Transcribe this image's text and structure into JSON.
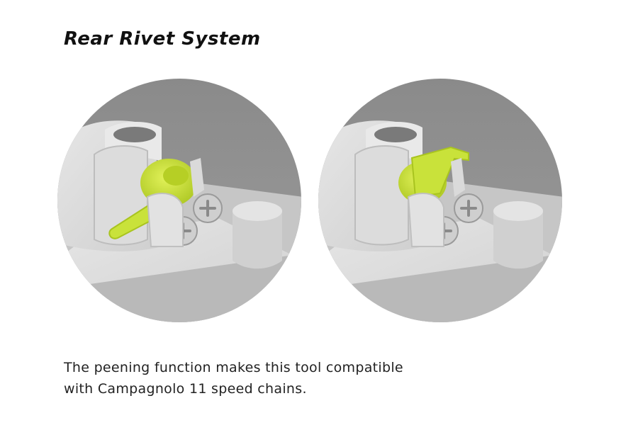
{
  "title": "Rear Rivet System",
  "caption": {
    "line1": "The peening function makes this tool compatible",
    "line2": "with Campagnolo 11 speed chains."
  },
  "colors": {
    "accent_green": "#c9e23a",
    "tool_grey": "#d9d9d9",
    "background_grey": "#8e8e8e"
  },
  "illustrations": [
    {
      "name": "rivet-lever-extended-icon",
      "state": "lever extended"
    },
    {
      "name": "rivet-lever-retracted-icon",
      "state": "lever retracted"
    }
  ]
}
